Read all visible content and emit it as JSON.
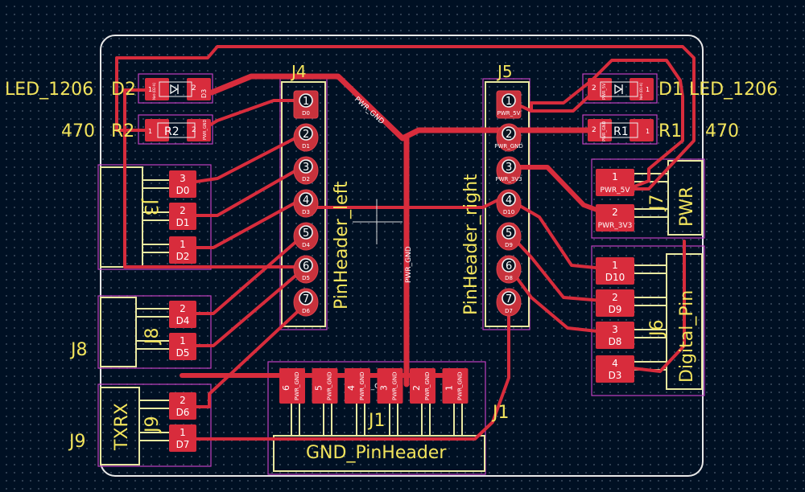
{
  "colors": {
    "background": "#001023",
    "copper": "#d82c3c",
    "silkscreen": "#f2e45c",
    "courtyard": "#c040c0",
    "edge_cuts": "#e8e8e8"
  },
  "components": {
    "D2": {
      "value": "LED_1206",
      "ref": "D2",
      "pin1": "1",
      "pin2": "2",
      "pad_ref": "D3",
      "pad_net": "Net-(D2-K)"
    },
    "R2": {
      "value": "470",
      "ref": "R2",
      "pin1": "1",
      "pin2": "2",
      "pad_ref": "R2",
      "pad_net": "PWR_GND"
    },
    "D1": {
      "value": "LED_1206",
      "ref": "D1",
      "pin1": "1",
      "pin2": "2",
      "pad_net": "PWR_5V",
      "pad_net2": "Net-(D1-K)"
    },
    "R1": {
      "value": "470",
      "ref": "R1",
      "pin1": "1",
      "pin2": "2",
      "pad_ref": "R1",
      "pad_net": "PWR_GND"
    },
    "J4": {
      "ref": "J4",
      "value": "PinHeader_left",
      "pins": [
        {
          "num": "1",
          "net": "D0"
        },
        {
          "num": "2",
          "net": "D1"
        },
        {
          "num": "3",
          "net": "D2"
        },
        {
          "num": "4",
          "net": "D3"
        },
        {
          "num": "5",
          "net": "D4"
        },
        {
          "num": "6",
          "net": "D5"
        },
        {
          "num": "7",
          "net": "D6"
        }
      ]
    },
    "J5": {
      "ref": "J5",
      "value": "PinHeader_right",
      "pins": [
        {
          "num": "1",
          "net": "PWR_5V"
        },
        {
          "num": "2",
          "net": "PWR_GND"
        },
        {
          "num": "3",
          "net": "PWR_3V3"
        },
        {
          "num": "4",
          "net": "D10"
        },
        {
          "num": "5",
          "net": "D9"
        },
        {
          "num": "6",
          "net": "D8"
        },
        {
          "num": "7",
          "net": "D7"
        }
      ]
    },
    "J3": {
      "ref": "J3",
      "pins": [
        {
          "num": "3",
          "net": "D0"
        },
        {
          "num": "2",
          "net": "D1"
        },
        {
          "num": "1",
          "net": "D2"
        }
      ]
    },
    "J8": {
      "ref": "J8",
      "pins": [
        {
          "num": "2",
          "net": "D4"
        },
        {
          "num": "1",
          "net": "D5"
        }
      ]
    },
    "J9": {
      "ref": "J9",
      "value": "TXRX",
      "pins": [
        {
          "num": "2",
          "net": "D6"
        },
        {
          "num": "1",
          "net": "D7"
        }
      ]
    },
    "J7": {
      "ref": "J7",
      "value": "PWR",
      "pins": [
        {
          "num": "1",
          "net": "PWR_5V"
        },
        {
          "num": "2",
          "net": "PWR_3V3"
        }
      ]
    },
    "J6": {
      "ref": "J6",
      "value": "Digital_Pin",
      "pins": [
        {
          "num": "1",
          "net": "D10"
        },
        {
          "num": "2",
          "net": "D9"
        },
        {
          "num": "3",
          "net": "D8"
        },
        {
          "num": "4",
          "net": "D3"
        }
      ]
    },
    "J1": {
      "ref": "J1",
      "value": "GND_PinHeader",
      "pins": [
        {
          "num": "6",
          "net": "PWR_GND"
        },
        {
          "num": "5",
          "net": "PWR_GND"
        },
        {
          "num": "4",
          "net": "PWR_GND"
        },
        {
          "num": "3",
          "net": "PWR_GND"
        },
        {
          "num": "2",
          "net": "PWR_GND"
        },
        {
          "num": "1",
          "net": "PWR_GND"
        }
      ]
    }
  },
  "track_labels": {
    "gnd_diag": "PWR_GND",
    "gnd_vert": "PWR_GND",
    "gnd_j1": "PWR_GND"
  }
}
